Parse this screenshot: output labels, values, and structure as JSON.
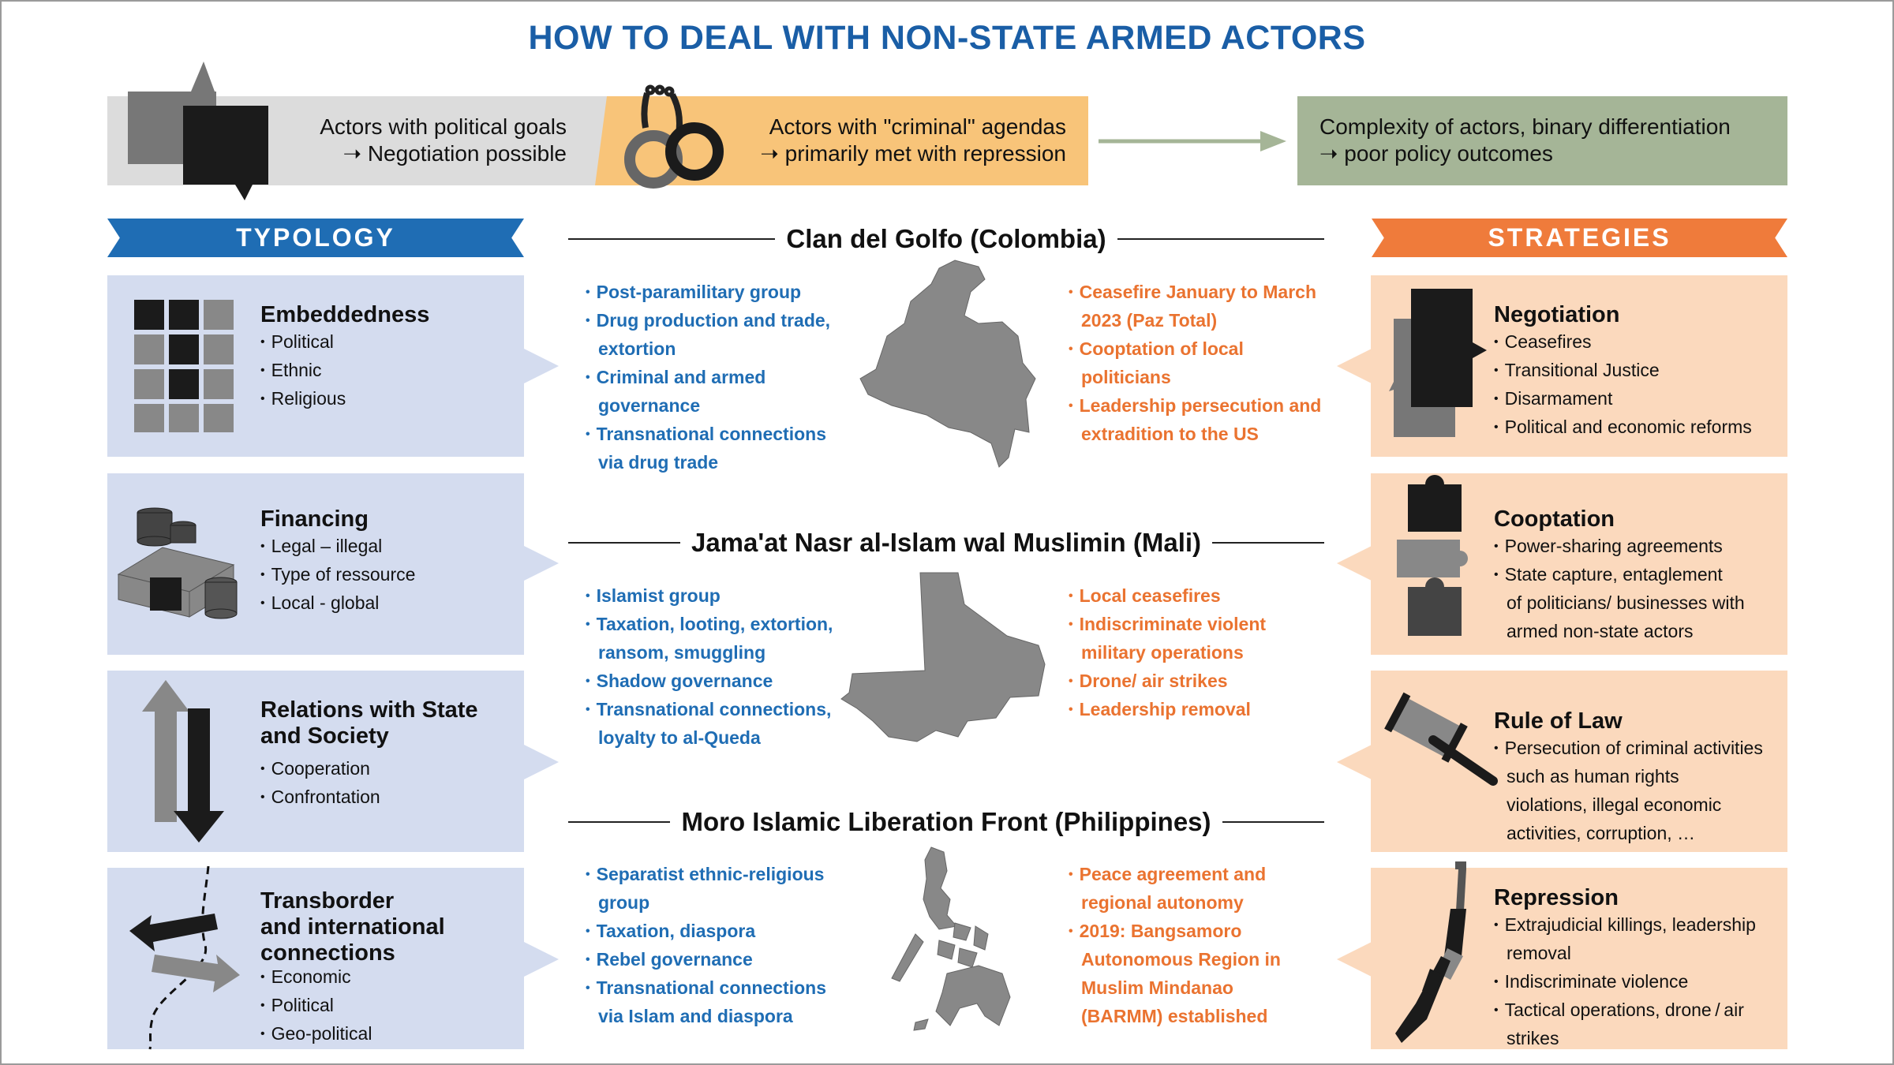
{
  "title": "HOW TO DEAL WITH NON-STATE ARMED ACTORS",
  "top_bar": {
    "political": {
      "line1": "Actors with political goals",
      "line2": "Negotiation possible"
    },
    "criminal": {
      "line1": "Actors with \"criminal\" agendas",
      "line2": "primarily met with repression"
    },
    "complexity": {
      "line1": "Complexity of actors, binary differentiation",
      "line2": "poor policy outcomes"
    }
  },
  "typology": {
    "header": "TYPOLOGY",
    "panels": [
      {
        "title": "Embeddedness",
        "items": [
          "Political",
          "Ethnic",
          "Religious"
        ]
      },
      {
        "title": "Financing",
        "items": [
          "Legal – illegal",
          "Type of ressource",
          "Local - global"
        ]
      },
      {
        "title_line1": "Relations with State",
        "title_line2": "and Society",
        "items": [
          "Cooperation",
          "Confrontation"
        ]
      },
      {
        "title_line1": "Transborder",
        "title_line2": "and international",
        "title_line3": "connections",
        "items": [
          "Economic",
          "Political",
          "Geo-political"
        ]
      }
    ]
  },
  "strategies": {
    "header": "STRATEGIES",
    "panels": [
      {
        "title": "Negotiation",
        "items": [
          "Ceasefires",
          "Transitional Justice",
          "Disarmament",
          "Political and economic reforms"
        ]
      },
      {
        "title": "Cooptation",
        "items": [
          "Power-sharing agreements",
          "State capture, entaglement",
          "of politicians/ businesses with",
          "armed non-state actors"
        ]
      },
      {
        "title": "Rule of Law",
        "items": [
          "Persecution of criminal activities",
          "such as human rights",
          "violations, illegal economic",
          "activities, corruption, …"
        ]
      },
      {
        "title": "Repression",
        "items": [
          "Extrajudicial killings, leadership",
          "removal",
          "Indiscriminate violence",
          "Tactical operations, drone / air",
          "strikes"
        ]
      }
    ]
  },
  "cases": [
    {
      "name": "Clan del Golfo (Colombia)",
      "characteristics": [
        "Post-paramilitary group",
        "Drug production and trade,",
        "extortion",
        "Criminal and armed",
        "governance",
        "Transnational connections",
        "via drug trade"
      ],
      "responses": [
        "Ceasefire January to March",
        "2023 (Paz Total)",
        "Cooptation of local",
        "politicians",
        "Leadership persecution and",
        "extradition to the US"
      ]
    },
    {
      "name": "Jama'at Nasr al-Islam wal Muslimin (Mali)",
      "characteristics": [
        "Islamist group",
        "Taxation, looting, extortion,",
        "ransom, smuggling",
        "Shadow governance",
        "Transnational connections,",
        "loyalty to al-Queda"
      ],
      "responses": [
        "Local ceasefires",
        "Indiscriminate violent",
        "military operations",
        "Drone/ air strikes",
        "Leadership removal"
      ]
    },
    {
      "name": "Moro Islamic Liberation Front (Philippines)",
      "characteristics": [
        "Separatist ethnic-religious",
        "group",
        "Taxation, diaspora",
        "Rebel governance",
        "Transnational connections",
        "via Islam and diaspora"
      ],
      "responses": [
        "Peace agreement and",
        "regional autonomy",
        "2019: Bangsamoro",
        "Autonomous Region in",
        "Muslim Mindanao",
        "(BARMM) established"
      ]
    }
  ],
  "colors": {
    "blue": "#1f6db4",
    "orange": "#ea7330",
    "title_blue": "#1a5ea6",
    "typology_panel": "#d4dcef",
    "strategy_panel": "#fbd9bd",
    "political_box": "#dcdcdc",
    "criminal_box": "#f8c479",
    "complexity_box": "#a5b597"
  }
}
